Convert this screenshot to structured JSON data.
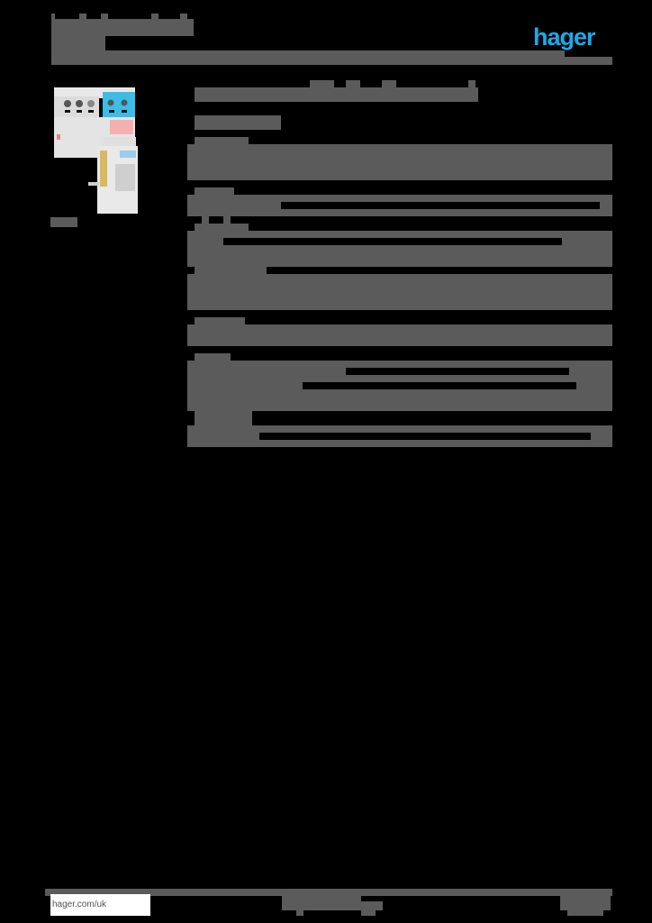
{
  "header": {
    "title": "[redacted product series]",
    "subtitle": "[redacted]",
    "logo_text": "hager",
    "brand_color": "#1fa8e8"
  },
  "product": {
    "image_alt": "modular residual current device with RCBO add-on block",
    "caption": "[redacted]"
  },
  "main": {
    "heading": "[redacted product description]",
    "subheading": "[redacted]",
    "sections": [
      {
        "label": "[redacted]",
        "rows": [
          "[redacted]",
          "[redacted]"
        ]
      },
      {
        "label": "[redacted]",
        "rows": [
          "[redacted]"
        ]
      },
      {
        "label": "[redacted]",
        "rows": [
          "[redacted]",
          "[redacted]",
          "[redacted]"
        ]
      },
      {
        "label": "[redacted]",
        "rows": [
          "[redacted]",
          "[redacted]"
        ]
      },
      {
        "label": "[redacted]",
        "rows": [
          "[redacted]"
        ]
      },
      {
        "label": "[redacted]",
        "rows": [
          "[redacted]",
          "[redacted]",
          "[redacted]"
        ]
      },
      {
        "label": "[redacted]",
        "rows": [
          "[redacted]"
        ]
      }
    ]
  },
  "footer": {
    "url": "hager.com/uk",
    "center_text": "[redacted]",
    "right_text": "[redacted]"
  },
  "colors": {
    "redaction_gray": "#5a5b5a",
    "background": "#000000"
  }
}
